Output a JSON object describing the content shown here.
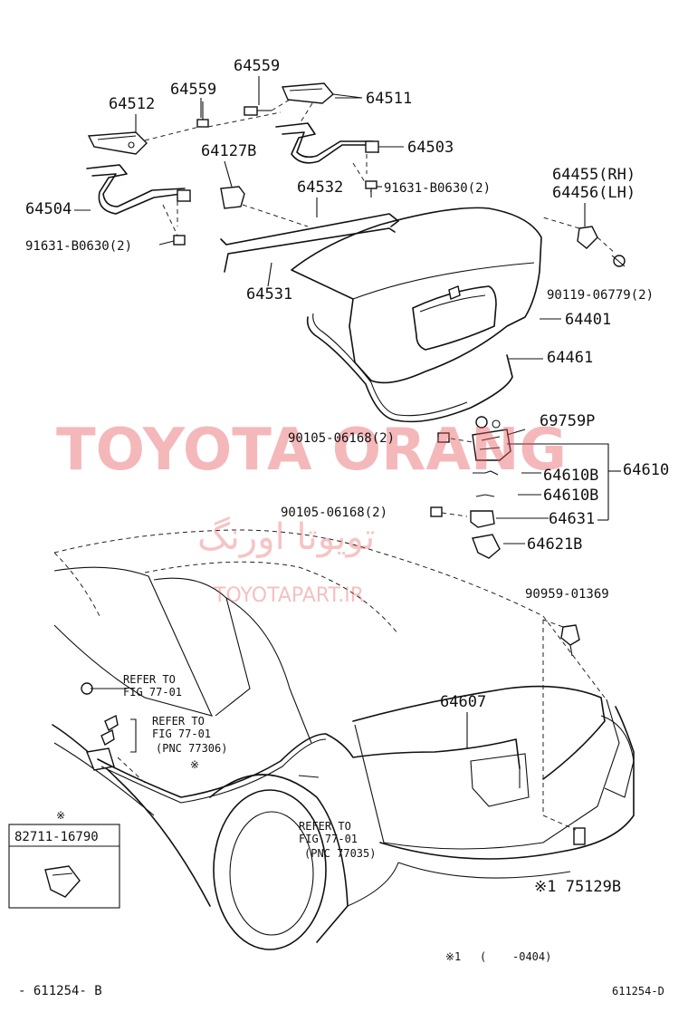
{
  "labels": {
    "p64559a": "64559",
    "p64512": "64512",
    "p64559b": "64559",
    "p64511": "64511",
    "p64127b": "64127B",
    "p64503": "64503",
    "p64532": "64532",
    "bolt1": "91631-B0630(2)",
    "p64504": "64504",
    "bolt2": "91631-B0630(2)",
    "p64455": "64455(RH)",
    "p64456": "64456(LH)",
    "p64531": "64531",
    "screw1": "90119-06779(2)",
    "p64401": "64401",
    "p64461": "64461",
    "p69759p": "69759P",
    "bolt3": "90105-06168(2)",
    "p64610b1": "64610B",
    "p64610": "64610",
    "p64610b2": "64610B",
    "bolt4": "90105-06168(2)",
    "p64631": "64631",
    "p64621b": "64621B",
    "clip1": "90959-01369",
    "refer1_a": "REFER TO",
    "refer1_b": "FIG 77-01",
    "refer2_a": "REFER TO",
    "refer2_b": "FIG 77-01",
    "refer2_c": "(PNC 77306)",
    "p64607": "64607",
    "star1": "※",
    "star2": "※",
    "boxpart": "82711-16790",
    "refer3_a": "REFER TO",
    "refer3_b": "FIG 77-01",
    "refer3_c": "(PNC 77035)",
    "p75129b": "※1 75129B",
    "note1_mark": "※1",
    "note1_paren": "(",
    "note1_range": "-0404)",
    "footer_left": "- 611254- B",
    "footer_right": "611254-D"
  },
  "watermark": {
    "brand": "TOYOTA ORANG",
    "brand_fa": "تویوتا اورنگ",
    "url": "TOYOTAPART.IR"
  },
  "colors": {
    "line": "#111111",
    "watermark": "#e8585c"
  }
}
